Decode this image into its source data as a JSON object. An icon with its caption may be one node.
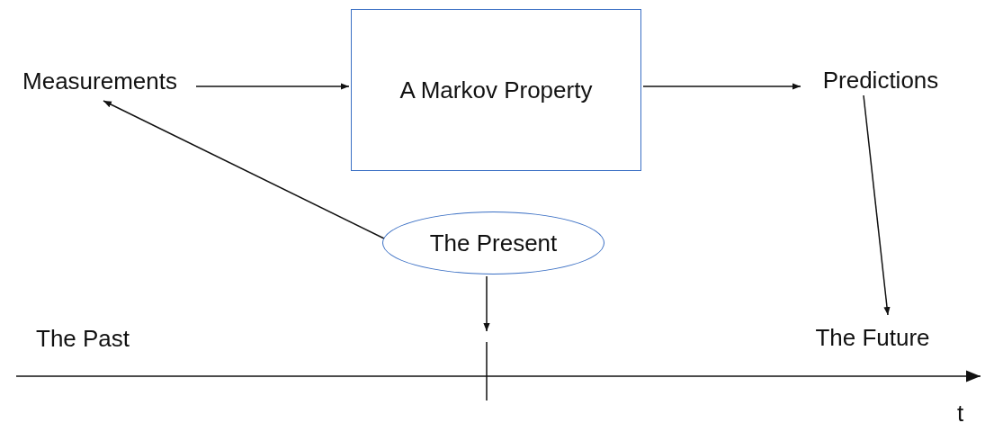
{
  "diagram": {
    "nodes": [
      {
        "text": [
          "Measurements"
        ]
      },
      {
        "text": [
          "A Markov Property"
        ]
      },
      {
        "text": [
          "Predictions"
        ]
      },
      {
        "text": [
          "The Present"
        ]
      },
      {
        "text": [
          "The Future"
        ]
      }
    ],
    "edges": [
      {
        "from": 0,
        "to": 1,
        "arrow": "to"
      },
      {
        "from": 1,
        "to": 2,
        "arrow": "to"
      },
      {
        "from": 3,
        "to": 0,
        "arrow": "to"
      },
      {
        "from": 2,
        "to": 4,
        "arrow": "to"
      },
      {
        "from": 3,
        "to": null,
        "arrow": "to"
      }
    ],
    "labels": [
      "The Past",
      "t"
    ]
  }
}
